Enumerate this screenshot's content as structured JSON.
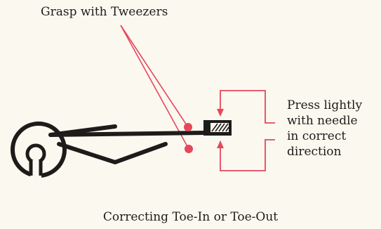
{
  "labels": {
    "grasp": "Grasp with Tweezers",
    "press": [
      "Press lightly",
      "with needle",
      "in correct",
      "direction"
    ],
    "caption": "Correcting Toe-In or Toe-Out"
  },
  "colors": {
    "ink": "#1e1c1a",
    "accent": "#e5475b",
    "background": "#fbf8f0"
  }
}
